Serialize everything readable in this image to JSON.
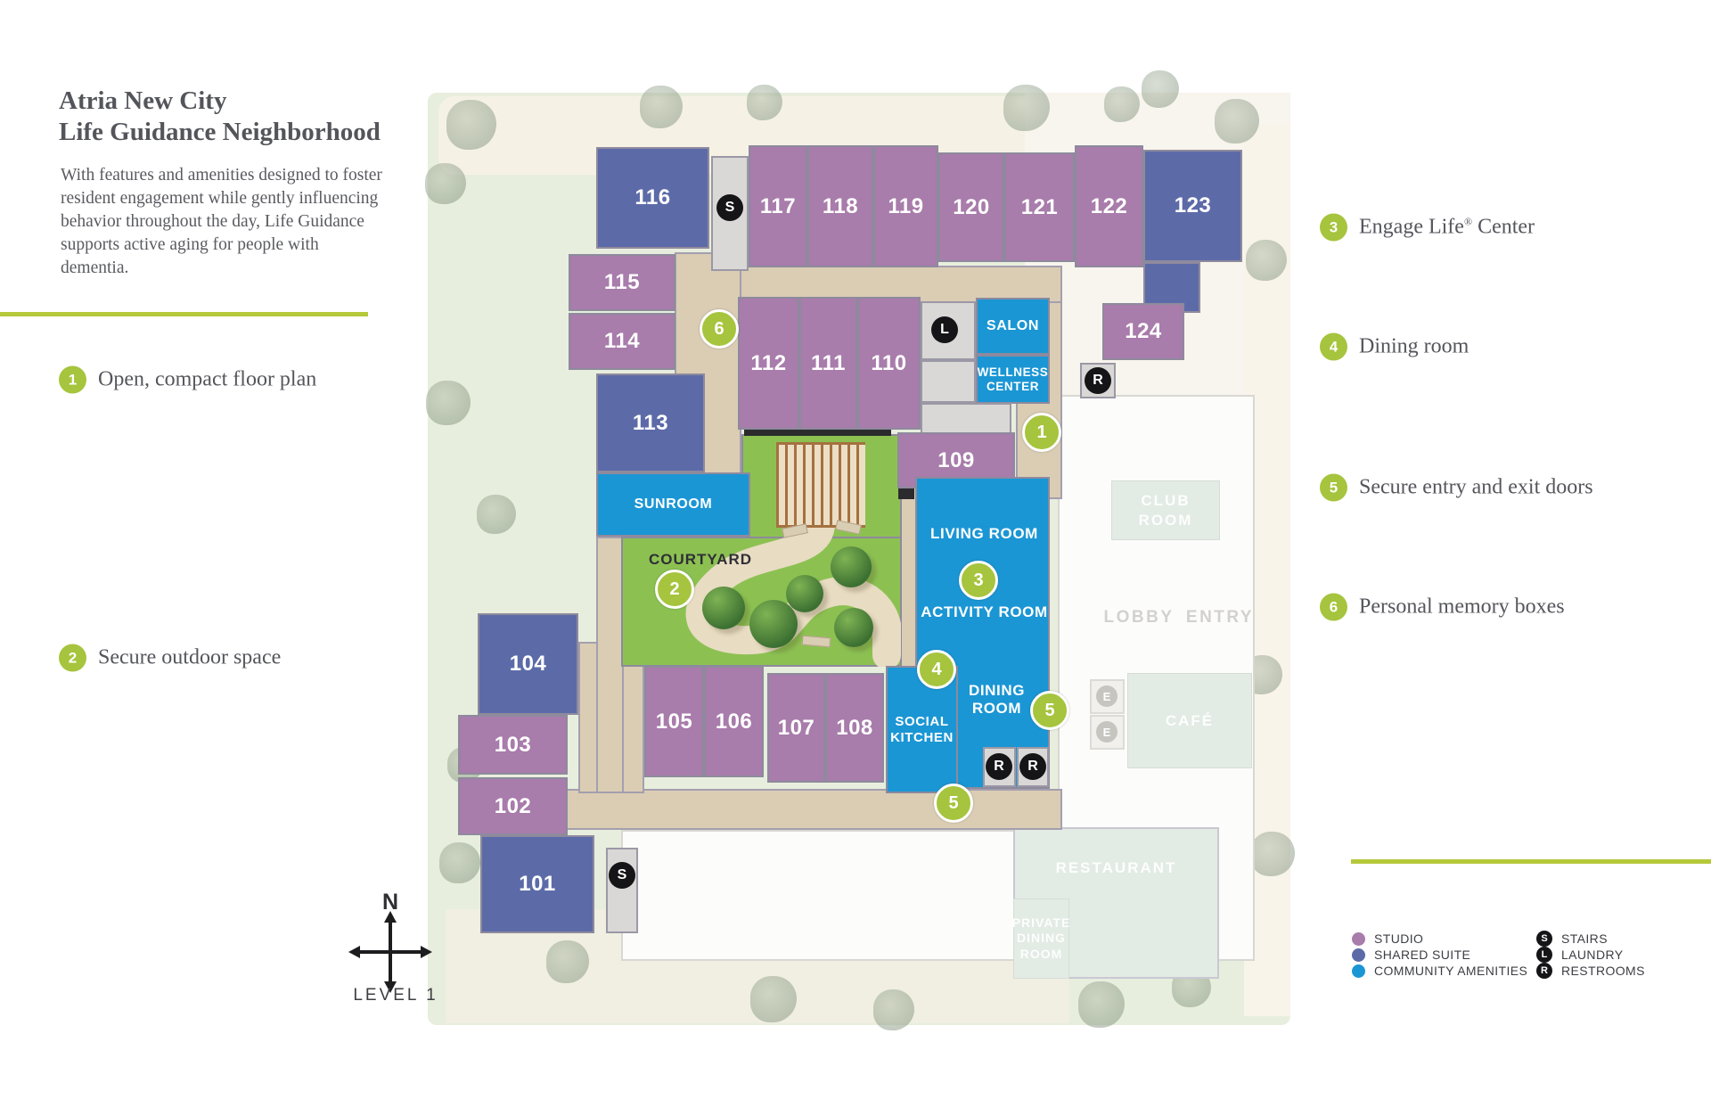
{
  "header": {
    "title_line1": "Atria New City",
    "title_line2": "Life Guidance Neighborhood",
    "description": "With features and amenities designed to foster resident engagement while gently influencing behavior throughout the day, Life Guidance supports active aging for people with dementia."
  },
  "features_left": [
    {
      "num": "1",
      "label": "Open, compact floor plan"
    },
    {
      "num": "2",
      "label": "Secure outdoor space"
    }
  ],
  "features_right": [
    {
      "num": "3",
      "label_pre": "Engage Life",
      "sup": "®",
      "label_post": " Center"
    },
    {
      "num": "4",
      "label_pre": "Dining room",
      "sup": "",
      "label_post": ""
    },
    {
      "num": "5",
      "label_pre": "Secure entry and exit doors",
      "sup": "",
      "label_post": ""
    },
    {
      "num": "6",
      "label_pre": "Personal memory boxes",
      "sup": "",
      "label_post": ""
    }
  ],
  "plan": {
    "rooms": {
      "r101": "101",
      "r102": "102",
      "r103": "103",
      "r104": "104",
      "r105": "105",
      "r106": "106",
      "r107": "107",
      "r108": "108",
      "r109": "109",
      "r110": "110",
      "r111": "111",
      "r112": "112",
      "r113": "113",
      "r114": "114",
      "r115": "115",
      "r116": "116",
      "r117": "117",
      "r118": "118",
      "r119": "119",
      "r120": "120",
      "r121": "121",
      "r122": "122",
      "r123": "123",
      "r124": "124"
    },
    "amenities": {
      "sunroom": "SUNROOM",
      "salon": "SALON",
      "wellness": "WELLNESS CENTER",
      "living": "LIVING ROOM",
      "activity": "ACTIVITY ROOM",
      "dining": "DINING ROOM",
      "social": "SOCIAL KITCHEN",
      "courtyard": "COURTYARD"
    },
    "faded": {
      "club": "CLUB ROOM",
      "lobby": "LOBBY",
      "entry": "ENTRY",
      "cafe": "CAFÉ",
      "restaurant": "RESTAURANT",
      "private_dining": "PRIVATE DINING ROOM"
    },
    "icons": {
      "stairs": "S",
      "laundry": "L",
      "restroom": "R",
      "elevator": "E"
    },
    "markers": {
      "n1": "1",
      "n2": "2",
      "n3": "3",
      "n4": "4",
      "n5": "5",
      "n6": "6"
    },
    "compass": {
      "north": "N",
      "level": "LEVEL 1"
    }
  },
  "legend": {
    "rooms": [
      {
        "label": "STUDIO",
        "color": "#a87cab"
      },
      {
        "label": "SHARED SUITE",
        "color": "#5c6ba8"
      },
      {
        "label": "COMMUNITY AMENITIES",
        "color": "#1b96d4"
      }
    ],
    "symbols": [
      {
        "glyph": "S",
        "label": "STAIRS"
      },
      {
        "glyph": "L",
        "label": "LAUNDRY"
      },
      {
        "glyph": "R",
        "label": "RESTROOMS"
      }
    ]
  },
  "colors": {
    "accent_green": "#b5c93a",
    "marker_green": "#a6c43d",
    "studio": "#a87cab",
    "shared_suite": "#5c6ba8",
    "community_amenities": "#1b96d4",
    "corridor": "#dacdb4",
    "courtyard": "#8cc152"
  }
}
